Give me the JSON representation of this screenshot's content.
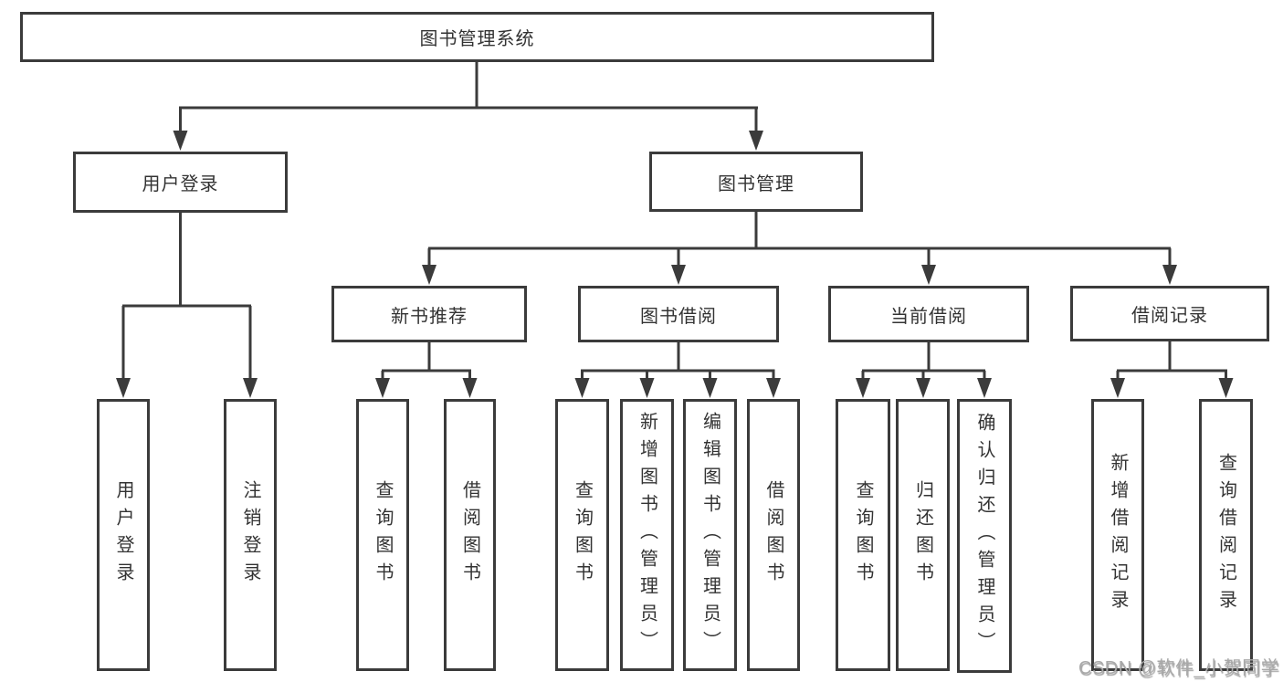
{
  "colors": {
    "line": "#3b3b3b",
    "text": "#333333",
    "background": "#ffffff",
    "watermark": "#a9a9a9"
  },
  "watermark": "CSDN @软件_小贺同学",
  "tree": {
    "root": {
      "label": "图书管理系统"
    },
    "branches": [
      {
        "label": "用户登录",
        "children": [
          {
            "label": "用户登录"
          },
          {
            "label": "注销登录"
          }
        ]
      },
      {
        "label": "图书管理",
        "children": [
          {
            "label": "新书推荐",
            "children": [
              {
                "label": "查询图书"
              },
              {
                "label": "借阅图书"
              }
            ]
          },
          {
            "label": "图书借阅",
            "children": [
              {
                "label": "查询图书"
              },
              {
                "label": "新增图书（管理员）"
              },
              {
                "label": "编辑图书（管理员）"
              },
              {
                "label": "借阅图书"
              }
            ]
          },
          {
            "label": "当前借阅",
            "children": [
              {
                "label": "查询图书"
              },
              {
                "label": "归还图书"
              },
              {
                "label": "确认归还（管理员）"
              }
            ]
          },
          {
            "label": "借阅记录",
            "children": [
              {
                "label": "新增借阅记录"
              },
              {
                "label": "查询借阅记录"
              }
            ]
          }
        ]
      }
    ]
  }
}
